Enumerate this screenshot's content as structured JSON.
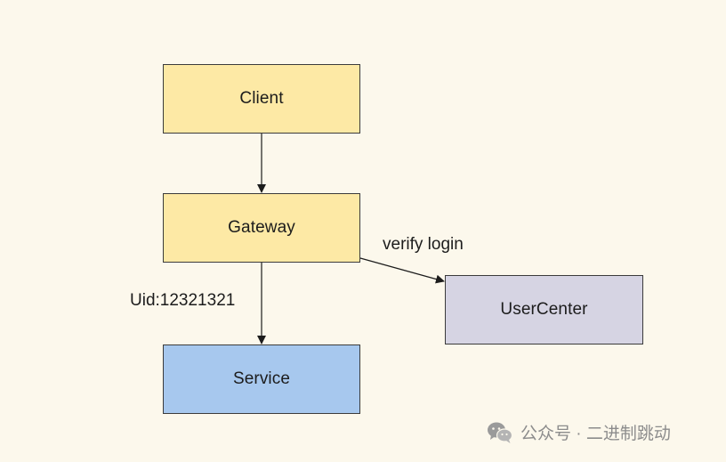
{
  "nodes": {
    "client": "Client",
    "gateway": "Gateway",
    "service": "Service",
    "usercenter": "UserCenter"
  },
  "edges": {
    "gateway_to_usercenter_label": "verify login",
    "gateway_to_service_label": "Uid:12321321"
  },
  "watermark": {
    "icon": "wechat-icon",
    "text": "公众号 · 二进制跳动"
  },
  "colors": {
    "background": "#fcf8ec",
    "client_fill": "#fde9a5",
    "gateway_fill": "#fde9a5",
    "service_fill": "#a7c8ee",
    "usercenter_fill": "#d6d4e3",
    "border": "#3b3b3b",
    "watermark": "#8c8c8c"
  }
}
